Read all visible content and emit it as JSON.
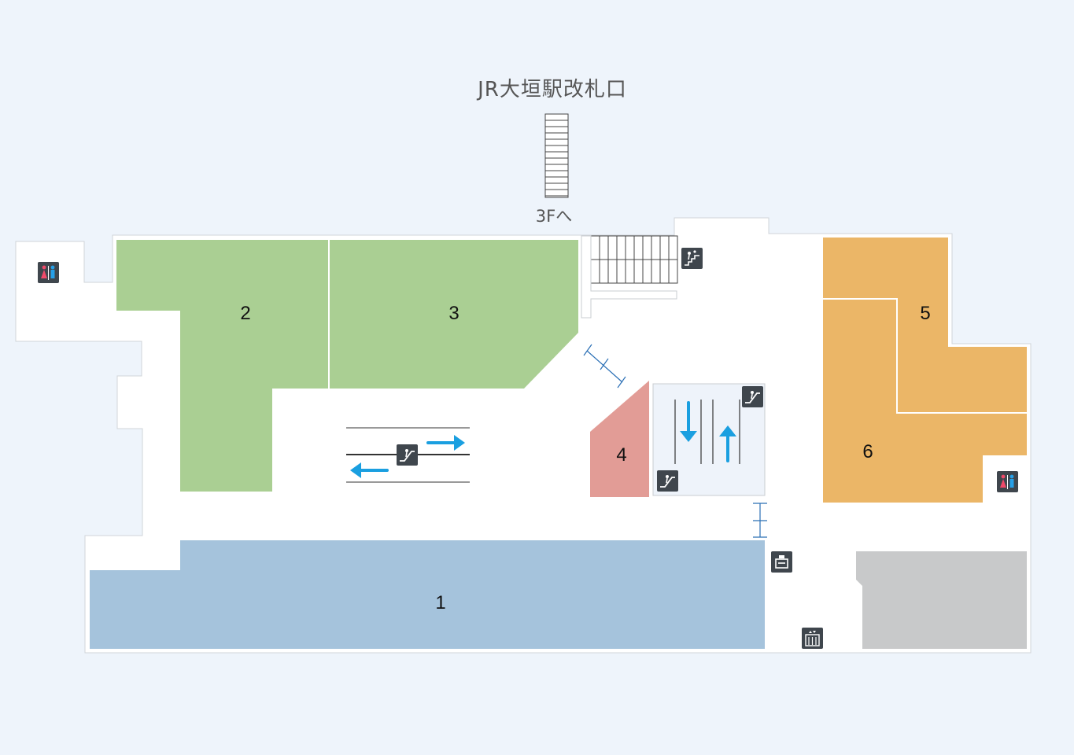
{
  "map": {
    "gate_label": "JR大垣駅改札口",
    "stairs_label": "3Fへ",
    "stores": [
      {
        "number": "1",
        "color": "#a5c3dc"
      },
      {
        "number": "2",
        "color": "#aacf93"
      },
      {
        "number": "3",
        "color": "#aacf93"
      },
      {
        "number": "4",
        "color": "#e29c96"
      },
      {
        "number": "5",
        "color": "#ebb667"
      },
      {
        "number": "6",
        "color": "#ebb667"
      }
    ],
    "other_area_color": "#c8c9ca",
    "walkway_color": "#ffffff",
    "arrow_color": "#1a9fe0",
    "icons": [
      "restroom-icon",
      "escalator-icon",
      "stairs-icon",
      "elevator-icon",
      "aed-icon"
    ]
  }
}
